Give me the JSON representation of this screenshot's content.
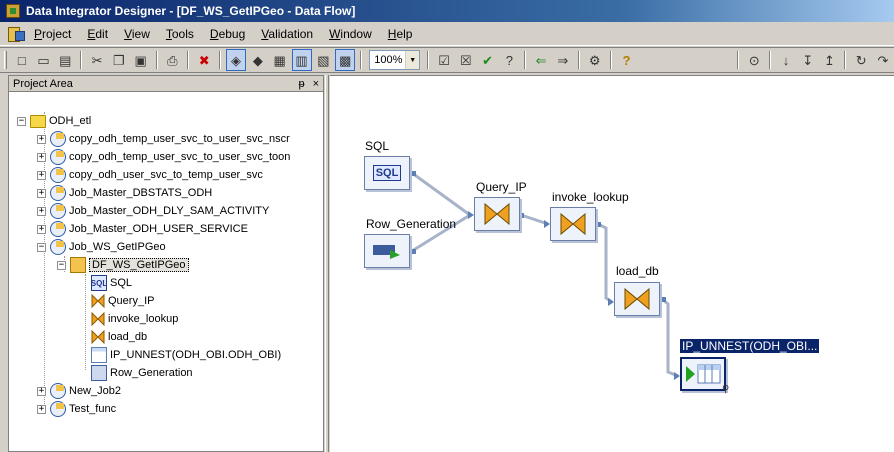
{
  "window": {
    "title": "Data Integrator Designer - [DF_WS_GetIPGeo - Data Flow]"
  },
  "menu": [
    "Project",
    "Edit",
    "View",
    "Tools",
    "Debug",
    "Validation",
    "Window",
    "Help"
  ],
  "toolbar": {
    "zoom": "100%"
  },
  "project_area": {
    "title": "Project Area",
    "pin": "ᵽ",
    "close": "×",
    "root": "ODH_etl",
    "jobs": [
      "copy_odh_temp_user_svc_to_user_svc_nscr",
      "copy_odh_temp_user_svc_to_user_svc_toon",
      "copy_odh_user_svc_to_temp_user_svc",
      "Job_Master_DBSTATS_ODH",
      "Job_Master_ODH_DLY_SAM_ACTIVITY",
      "Job_Master_ODH_USER_SERVICE",
      "Job_WS_GetIPGeo"
    ],
    "dataflow": "DF_WS_GetIPGeo",
    "dataflow_children": [
      "SQL",
      "Query_IP",
      "invoke_lookup",
      "load_db",
      "IP_UNNEST(ODH_OBI.ODH_OBI)",
      "Row_Generation"
    ],
    "other_jobs": [
      "New_Job2",
      "Test_func"
    ]
  },
  "canvas": {
    "nodes": {
      "sql": {
        "label": "SQL",
        "icon_text": "SQL"
      },
      "row_generation": {
        "label": "Row_Generation"
      },
      "query_ip": {
        "label": "Query_IP"
      },
      "invoke_lookup": {
        "label": "invoke_lookup"
      },
      "load_db": {
        "label": "load_db"
      },
      "ip_unnest": {
        "label": "IP_UNNEST(ODH_OBI..."
      }
    }
  },
  "colors": {
    "titlebar": "#0a246a",
    "link": "#a7b3c8",
    "bowtie": "#f0a020"
  }
}
